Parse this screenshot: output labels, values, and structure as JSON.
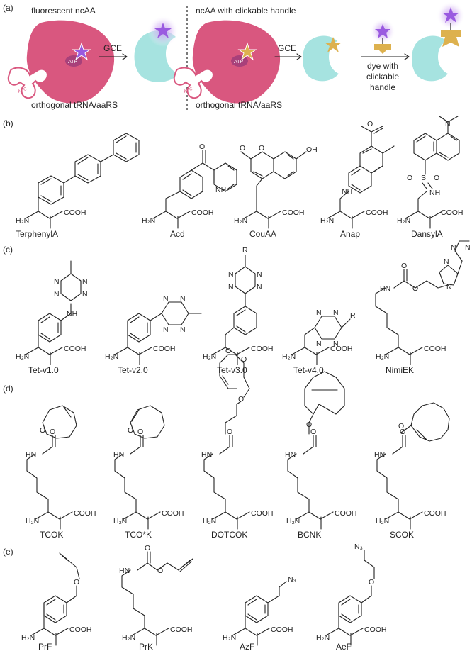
{
  "panels": {
    "a": {
      "label": "(a)",
      "left_title": "fluorescent ncAA",
      "right_title": "ncAA with clickable handle",
      "enzyme_badge": "ATP",
      "trna_badge": "AUC",
      "arrow_label_1": "GCE",
      "arrow_label_2": "GCE",
      "dye_label": [
        "dye with",
        "clickable",
        "handle"
      ],
      "caption_left": "orthogonal tRNA/aaRS",
      "caption_right": "orthogonal tRNA/aaRS"
    },
    "b": {
      "label": "(b)",
      "compounds": [
        "TerphenylA",
        "Acd",
        "CouAA",
        "Anap",
        "DansylA"
      ]
    },
    "c": {
      "label": "(c)",
      "compounds": [
        "Tet-v1.0",
        "Tet-v2.0",
        "Tet-v3.0",
        "Tet-v4.0",
        "NimiEK"
      ]
    },
    "d": {
      "label": "(d)",
      "compounds": [
        "TCOK",
        "TCO*K",
        "DOTCOK",
        "BCNK",
        "SCOK"
      ]
    },
    "e": {
      "label": "(e)",
      "compounds": [
        "PrF",
        "PrK",
        "AzF",
        "AeF"
      ]
    }
  },
  "atoms": {
    "amine": "H₂N",
    "acid": "COOH",
    "nh": "NH",
    "hn": "HN",
    "n": "N",
    "o": "O",
    "s": "S",
    "oh": "OH",
    "r": "R",
    "n3": "N₃"
  },
  "colors": {
    "enzyme": "#d9577f",
    "protein": "#a6e3e0",
    "fluorophore": "#9a5ae0",
    "fluorophore_glow": "#d8b8f2",
    "handle": "#ddb14e",
    "trna": "#d9577f",
    "ink": "#222222"
  }
}
